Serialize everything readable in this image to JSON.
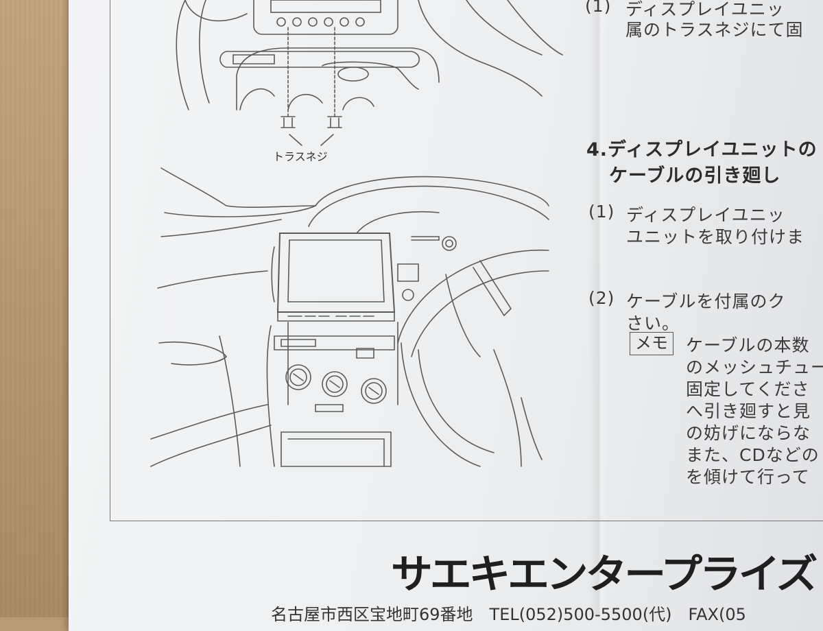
{
  "instructions": {
    "top_step": {
      "number": "(1)",
      "line1": "ディスプレイユニッ",
      "line2": "属のトラスネジにて固"
    },
    "section4": {
      "title_line1": "4.ディスプレイユニットの",
      "title_line2": "ケーブルの引き廻し",
      "step1_number": "(1)",
      "step1_line1": "ディスプレイユニッ",
      "step1_line2": "ユニットを取り付けま",
      "step2_number": "(2)",
      "step2_line1": "ケーブルを付属のク",
      "step2_line2": "さい。"
    },
    "memo": {
      "label": "メモ",
      "lines": [
        "ケーブルの本数",
        "のメッシュチュー",
        "固定してくださ",
        "へ引き廻すと見",
        "の妨げにならな",
        "また、CDなどの",
        "を傾けて行って"
      ]
    }
  },
  "illustration": {
    "callout_label": "トラスネジ"
  },
  "footer": {
    "company": "サエキエンタープライズ",
    "address": "名古屋市西区宝地町69番地　TEL(052)500-5500(代)　FAX(05"
  }
}
